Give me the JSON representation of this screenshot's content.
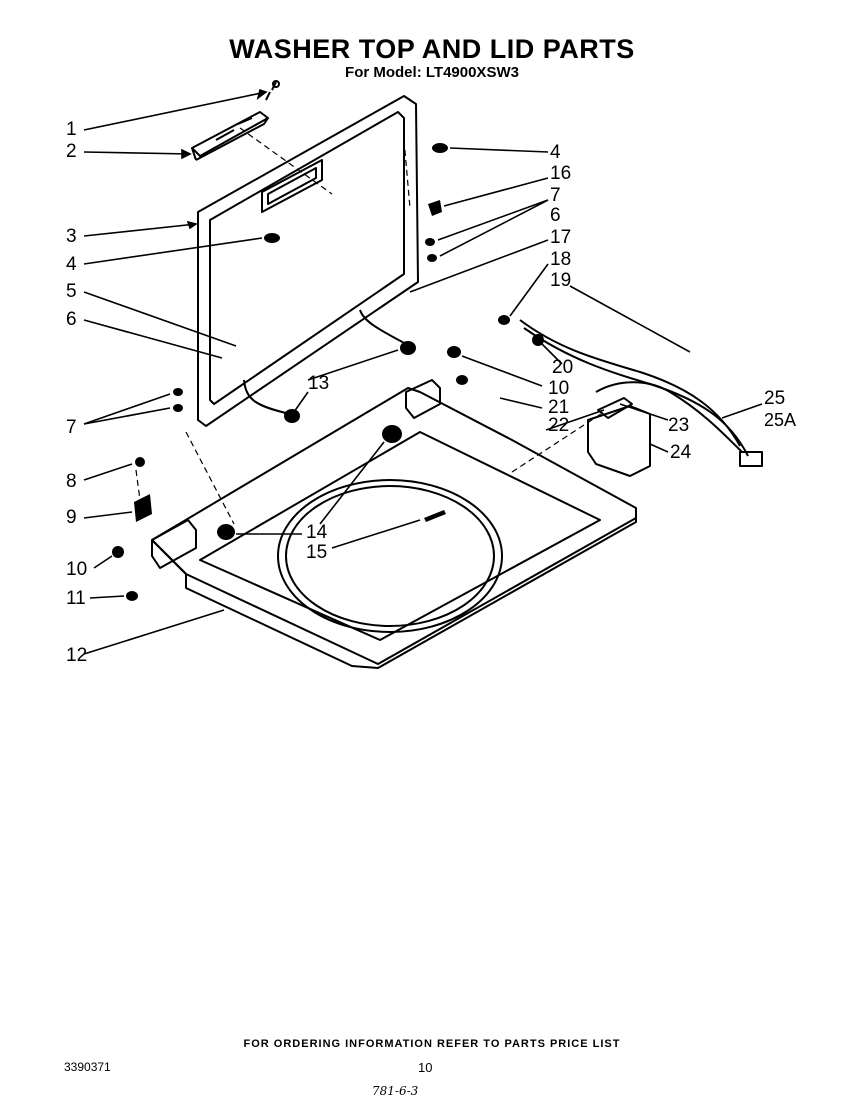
{
  "header": {
    "title": "WASHER TOP AND LID PARTS",
    "subtitle": "For Model: LT4900XSW3"
  },
  "callouts": [
    "1",
    "2",
    "3",
    "4",
    "5",
    "6",
    "7",
    "8",
    "9",
    "10",
    "11",
    "12",
    "4",
    "16",
    "7",
    "6",
    "17",
    "18",
    "19",
    "13",
    "20",
    "10",
    "21",
    "22",
    "23",
    "24",
    "25",
    "25A",
    "14",
    "15"
  ],
  "footer": {
    "ordering_note": "FOR ORDERING INFORMATION REFER TO PARTS PRICE LIST",
    "doc_number": "3390371",
    "page_number": "10",
    "handwritten_note": "781-6-3"
  }
}
